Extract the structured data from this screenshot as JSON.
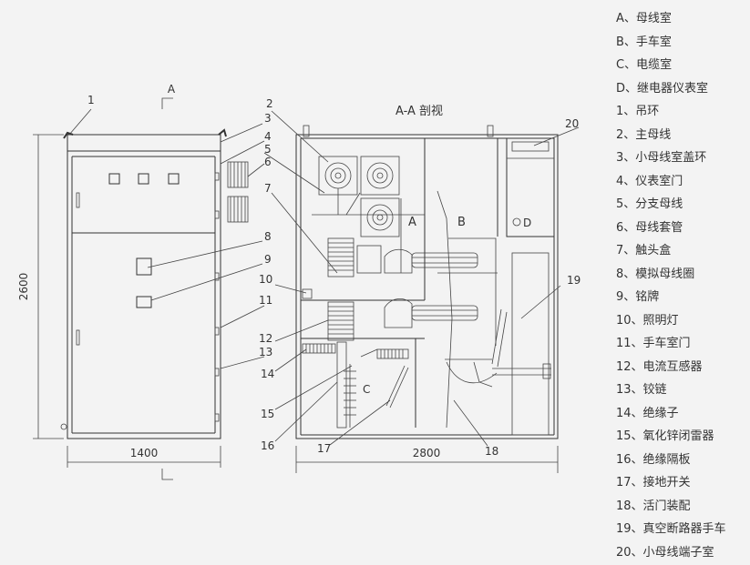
{
  "section_title": "A-A 剖视",
  "section_marker": "A",
  "dimensions": {
    "height": "2600",
    "front_width": "1400",
    "side_width": "2800"
  },
  "compartment_letters": {
    "a": "A",
    "b": "B",
    "c": "C",
    "d": "D"
  },
  "callouts": [
    "1",
    "2",
    "3",
    "4",
    "5",
    "6",
    "7",
    "8",
    "9",
    "10",
    "11",
    "12",
    "13",
    "14",
    "15",
    "16",
    "17",
    "18",
    "19",
    "20"
  ],
  "legend": [
    "A、母线室",
    "B、手车室",
    "C、电缆室",
    "D、继电器仪表室",
    "1、吊环",
    "2、主母线",
    "3、小母线室盖环",
    "4、仪表室门",
    "5、分支母线",
    "6、母线套管",
    "7、触头盒",
    "8、模拟母线圈",
    "9、铭牌",
    "10、照明灯",
    "11、手车室门",
    "12、电流互感器",
    "13、铰链",
    "14、绝缘子",
    "15、氧化锌闭雷器",
    "16、绝缘隔板",
    "17、接地开关",
    "18、活门装配",
    "19、真空断路器手车",
    "20、小母线端子室"
  ]
}
